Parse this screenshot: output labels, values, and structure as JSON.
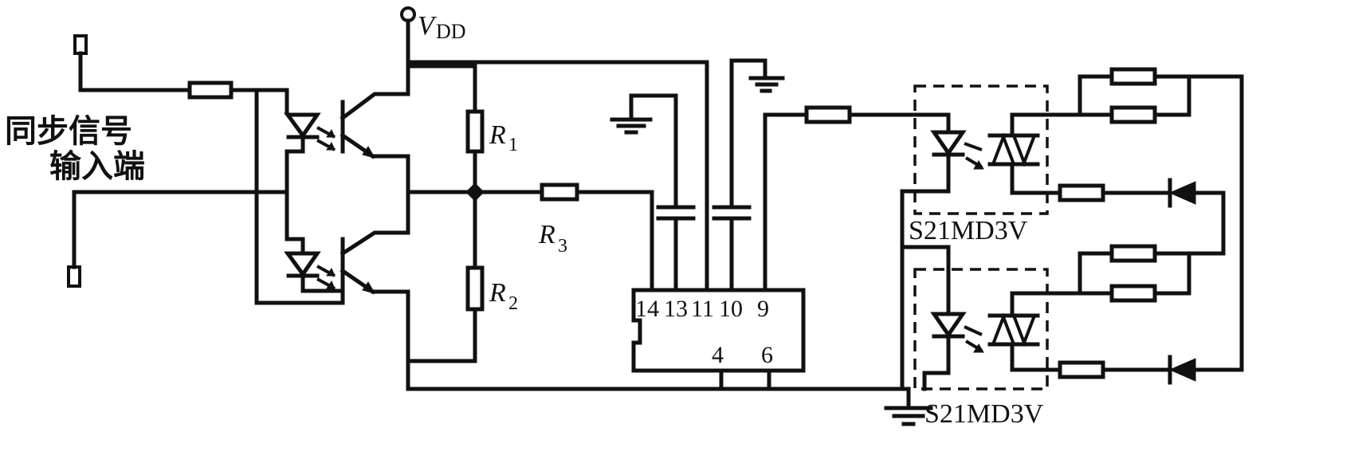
{
  "labels": {
    "vdd_main": "V",
    "vdd_sub": "DD",
    "input_line1": "同步信号",
    "input_line2": "输入端",
    "r1_main": "R",
    "r1_sub": "1",
    "r2_main": "R",
    "r2_sub": "2",
    "r3_main": "R",
    "r3_sub": "3",
    "ic_pin14": "14",
    "ic_pin13": "13",
    "ic_pin11": "11",
    "ic_pin10": "10",
    "ic_pin9": "9",
    "ic_pin4": "4",
    "ic_pin6": "6",
    "opto_top": "S21MD3V",
    "opto_bottom": "S21MD3V"
  }
}
